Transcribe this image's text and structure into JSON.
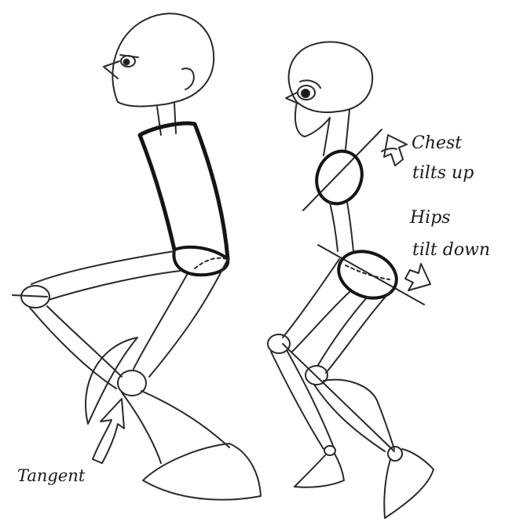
{
  "labels": {
    "chest_line1": "Chest",
    "chest_line2": "tilts up",
    "hips_line1": "Hips",
    "hips_line2": "tilt down",
    "tangent": "Tangent"
  },
  "colors": {
    "line": "#2a2a2a",
    "thick_line": "#151515",
    "background": "#ffffff"
  },
  "icons": [
    "arrow-up-right-icon",
    "arrow-down-right-icon",
    "arrow-up-right-icon"
  ]
}
